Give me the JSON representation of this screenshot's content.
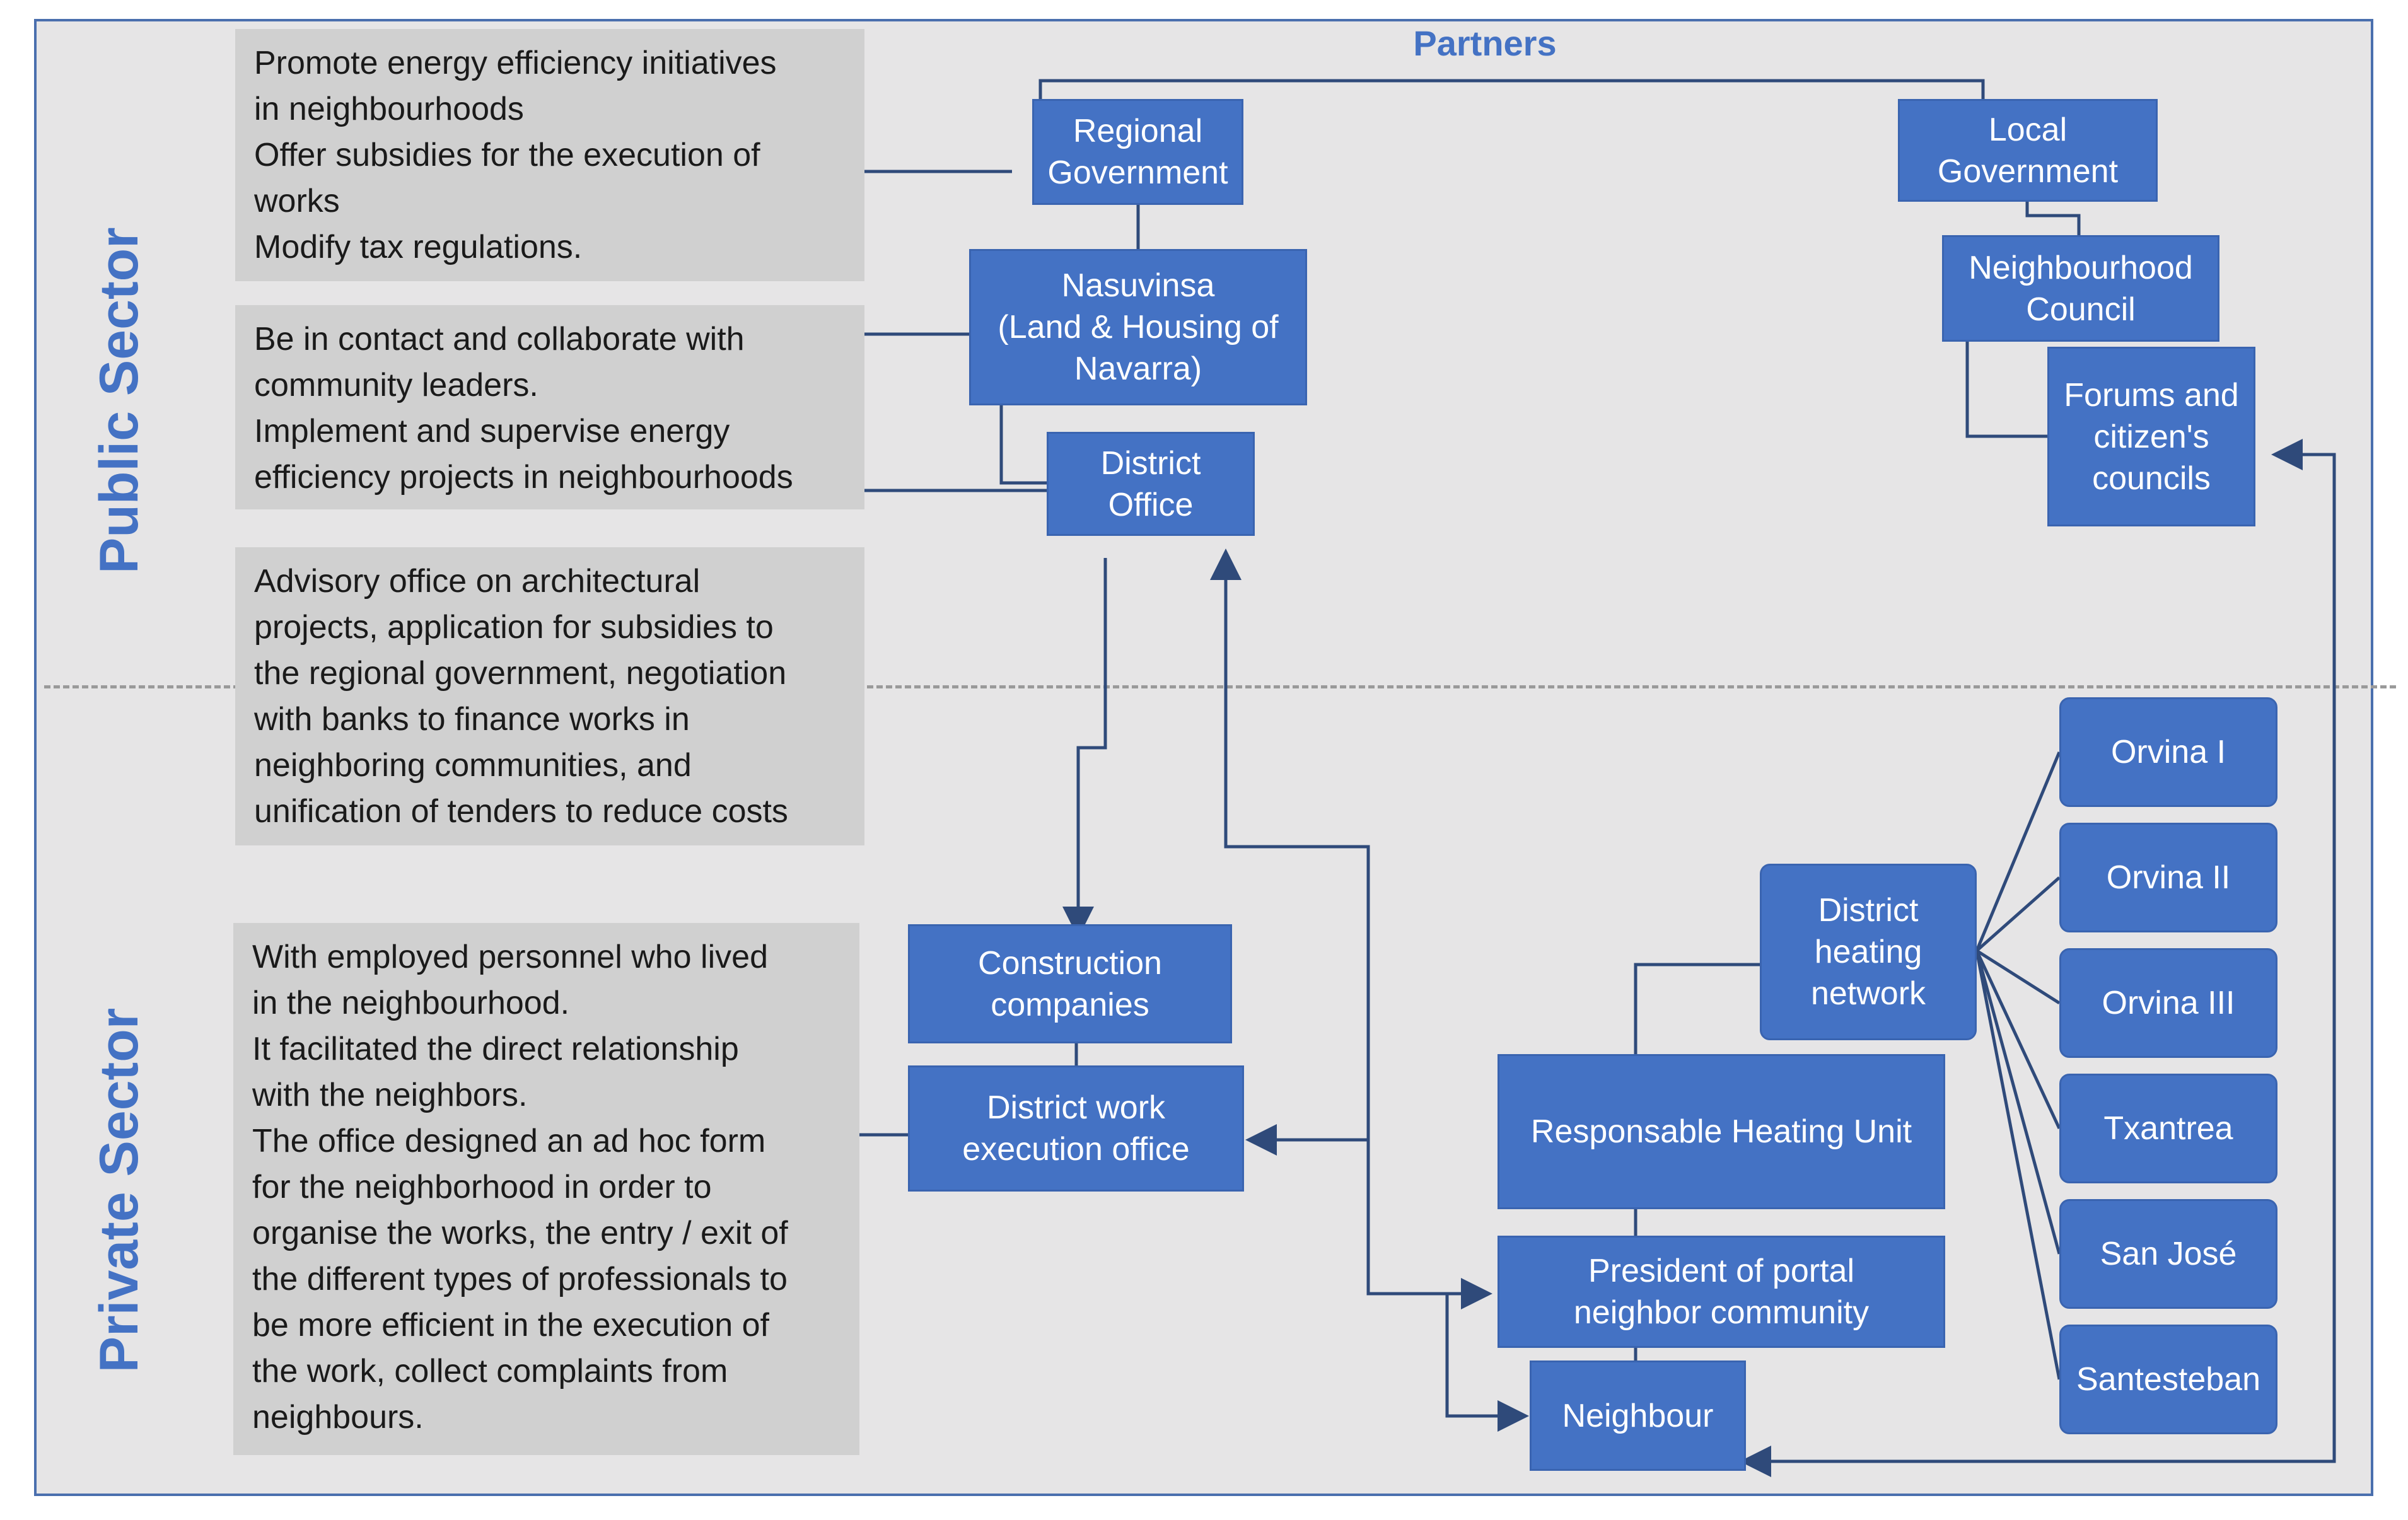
{
  "sectors": {
    "public": "Public Sector",
    "private": "Private Sector"
  },
  "partners_label": "Partners",
  "notes": [
    {
      "lines": [
        "Promote energy efficiency initiatives",
        "in neighbourhoods",
        "Offer subsidies for the execution of",
        "works",
        "Modify tax regulations."
      ]
    },
    {
      "lines": [
        "Be in contact and collaborate with",
        "community leaders.",
        "Implement and supervise energy",
        "efficiency projects in neighbourhoods"
      ]
    },
    {
      "lines": [
        "Advisory office on architectural",
        "projects, application for subsidies to",
        "the regional government, negotiation",
        "with banks to finance works in",
        "neighboring communities, and",
        "unification of tenders to reduce costs"
      ]
    },
    {
      "lines": [
        "With employed personnel who lived",
        "in the neighbourhood.",
        "It facilitated the direct relationship",
        "with the neighbors.",
        "The office designed an ad hoc form",
        "for the neighborhood in order to",
        "organise the works, the entry / exit of",
        "the different types of professionals to",
        "be more efficient in the execution of",
        "the work, collect complaints from",
        "neighbours."
      ]
    }
  ],
  "nodes": {
    "regional_government": [
      "Regional",
      "Government"
    ],
    "nasuvinsa": [
      "Nasuvinsa",
      "(Land & Housing of",
      "Navarra)"
    ],
    "district_office": [
      "District",
      "Office"
    ],
    "local_government": [
      "Local",
      "Government"
    ],
    "neighbourhood_council": [
      "Neighbourhood",
      "Council"
    ],
    "forums": [
      "Forums and",
      "citizen's",
      "councils"
    ],
    "construction_companies": [
      "Construction",
      "companies"
    ],
    "district_work_office": [
      "District work",
      "execution office"
    ],
    "district_heating": [
      "District",
      "heating",
      "network"
    ],
    "heating_unit": [
      "Responsable Heating Unit"
    ],
    "president": [
      "President of portal",
      "neighbor community"
    ],
    "neighbour": [
      "Neighbour"
    ],
    "orvina1": [
      "Orvina I"
    ],
    "orvina2": [
      "Orvina II"
    ],
    "orvina3": [
      "Orvina III"
    ],
    "txantrea": [
      "Txantrea"
    ],
    "san_jose": [
      "San José"
    ],
    "santesteban": [
      "Santesteban"
    ]
  },
  "colors": {
    "box": "#4472c4",
    "line": "#2f4a7a",
    "note": "#d0d0d0",
    "frame_bg": "#e6e5e6"
  }
}
